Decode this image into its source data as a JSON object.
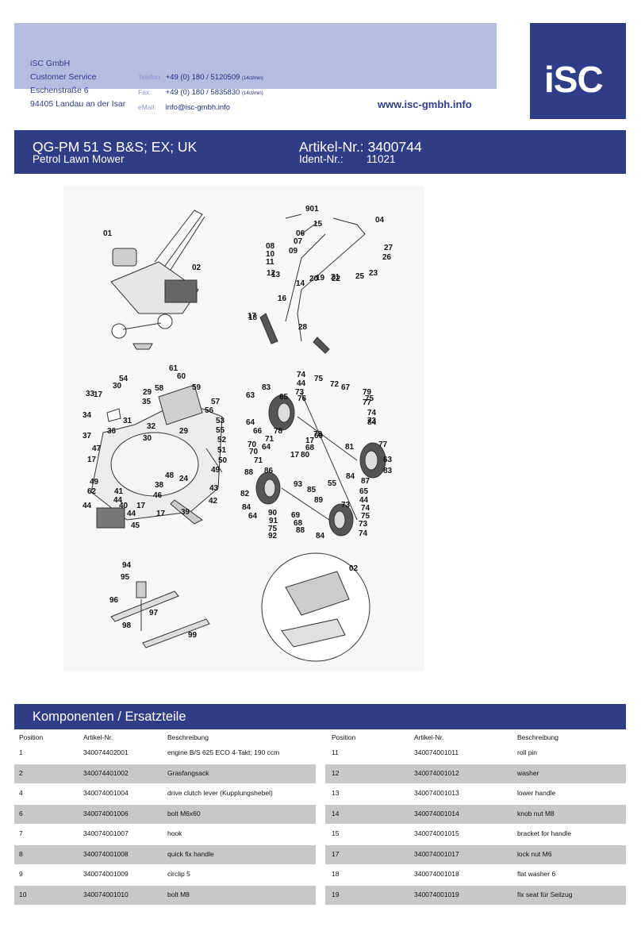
{
  "header": {
    "company_lines": [
      "iSC GmbH",
      "Customer Service",
      "Eschenstraße 6",
      "94405 Landau an der Isar"
    ],
    "contact": [
      {
        "label": "Telefon:",
        "value": "+49 (0) 180 / 5120509",
        "note": "(14ct/min)"
      },
      {
        "label": "Fax:",
        "value": "+49 (0) 180 / 5835830",
        "note": "(14ct/min)"
      },
      {
        "label": "eMail:",
        "value": "info@isc-gmbh.info",
        "note": ""
      }
    ],
    "website": "www.isc-gmbh.info",
    "logo_text": "iSC",
    "brand_color": "#2f3c86",
    "band_color": "#b3bde0"
  },
  "title_bar": {
    "model": "QG-PM 51 S B&S; EX; UK",
    "subtitle": "Petrol Lawn Mower",
    "article_label": "Artikel-Nr.:",
    "article_number": "3400744",
    "ident_label": "Ident-Nr.:",
    "ident_number": "11021"
  },
  "diagram": {
    "labels": {
      "mower": [
        "01",
        "02"
      ],
      "handle": [
        "901",
        "04",
        "15",
        "06",
        "07",
        "08",
        "09",
        "10",
        "11",
        "12",
        "13",
        "14",
        "16",
        "17",
        "18",
        "19",
        "20",
        "21",
        "22",
        "23",
        "25",
        "26",
        "27",
        "28"
      ],
      "housing": [
        "61",
        "60",
        "54",
        "30",
        "17",
        "33",
        "29",
        "35",
        "58",
        "59",
        "57",
        "56",
        "34",
        "31",
        "53",
        "36",
        "32",
        "29",
        "55",
        "37",
        "30",
        "52",
        "47",
        "51",
        "17",
        "50",
        "49",
        "48",
        "24",
        "43",
        "49",
        "38",
        "62",
        "41",
        "46",
        "42",
        "44",
        "17",
        "40",
        "39",
        "44",
        "17",
        "44",
        "45"
      ],
      "wheels": [
        "74",
        "75",
        "44",
        "72",
        "67",
        "83",
        "73",
        "79",
        "63",
        "65",
        "76",
        "77",
        "75",
        "74",
        "73",
        "84",
        "64",
        "66",
        "78",
        "78",
        "69",
        "71",
        "17",
        "70",
        "77",
        "64",
        "68",
        "70",
        "17",
        "81",
        "63",
        "71",
        "80",
        "83",
        "86",
        "88",
        "84",
        "93",
        "55",
        "82",
        "87",
        "85",
        "65",
        "89",
        "44",
        "84",
        "73",
        "64",
        "90",
        "69",
        "74",
        "91",
        "68",
        "75",
        "88",
        "75",
        "73",
        "92",
        "74",
        "84"
      ],
      "blade": [
        "94",
        "95",
        "96",
        "97",
        "98",
        "99"
      ],
      "grass_bag": [
        "02"
      ]
    }
  },
  "components": {
    "title": "Komponenten / Ersatzteile",
    "headers": [
      "Position",
      "Artikel-Nr.",
      "Beschreibung"
    ],
    "left": [
      {
        "pos": "1",
        "art": "340074402001",
        "desc": "engine B/S 625 ECO 4-Takt; 190 ccm"
      },
      {
        "pos": "2",
        "art": "340074401002",
        "desc": "Grasfangsack"
      },
      {
        "pos": "4",
        "art": "340074001004",
        "desc": "drive clutch lever (Kupplungshebel)"
      },
      {
        "pos": "6",
        "art": "340074001006",
        "desc": "bolt  M6x60"
      },
      {
        "pos": "7",
        "art": "340074001007",
        "desc": "hook"
      },
      {
        "pos": "8",
        "art": "340074001008",
        "desc": "quick fix handle"
      },
      {
        "pos": "9",
        "art": "340074001009",
        "desc": "circlip 5"
      },
      {
        "pos": "10",
        "art": "340074001010",
        "desc": "bolt M8"
      }
    ],
    "right": [
      {
        "pos": "11",
        "art": "340074001011",
        "desc": "roll pin"
      },
      {
        "pos": "12",
        "art": "340074001012",
        "desc": "washer"
      },
      {
        "pos": "13",
        "art": "340074001013",
        "desc": "lower handle"
      },
      {
        "pos": "14",
        "art": "340074001014",
        "desc": "knob nut M8"
      },
      {
        "pos": "15",
        "art": "340074001015",
        "desc": "bracket for handle"
      },
      {
        "pos": "17",
        "art": "340074001017",
        "desc": "lock nut M6"
      },
      {
        "pos": "18",
        "art": "340074001018",
        "desc": "flat washer 6"
      },
      {
        "pos": "19",
        "art": "340074001019",
        "desc": "fix seat für Seilzug"
      }
    ]
  }
}
